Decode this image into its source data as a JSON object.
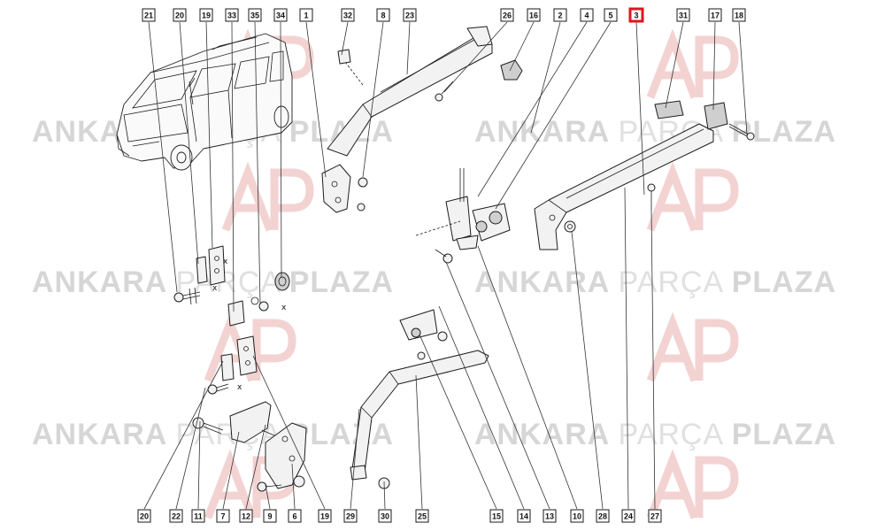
{
  "diagram": {
    "watermark": {
      "brand_bold_1": "ANKARA",
      "brand_light": "PARÇA",
      "brand_bold_2": "PLAZA"
    },
    "highlight_color": "#e0141e",
    "callouts_top": [
      "21",
      "20",
      "19",
      "33",
      "35",
      "34",
      "1",
      "32",
      "8",
      "23",
      "26",
      "16",
      "2",
      "4",
      "5",
      "3",
      "31",
      "17",
      "18"
    ],
    "callouts_bottom": [
      "20",
      "22",
      "11",
      "7",
      "12",
      "9",
      "6",
      "19",
      "29",
      "30",
      "25",
      "15",
      "14",
      "13",
      "10",
      "28",
      "24",
      "27"
    ],
    "selected_callout": "3",
    "cut_mark": "x"
  }
}
